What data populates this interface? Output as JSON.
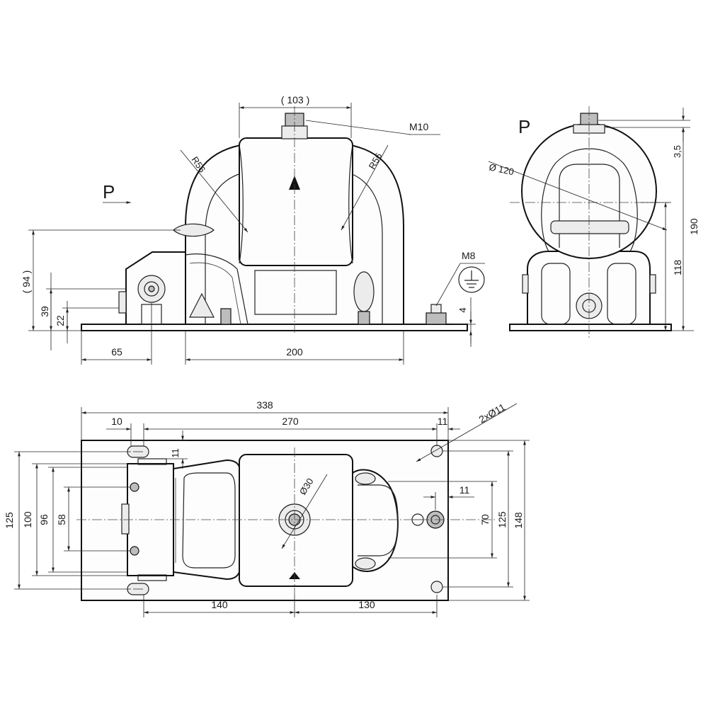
{
  "front_view": {
    "width_top": "( 103 )",
    "thread_top": "M10",
    "radius_left": "R56",
    "radius_right": "R56",
    "marker_a": "A",
    "view_arrow": "P",
    "dim_height_94": "( 94 )",
    "dim_39": "39",
    "dim_22": "22",
    "dim_65": "65",
    "dim_200": "200",
    "thread_ground": "M8",
    "dim_4": "4"
  },
  "side_view": {
    "view_label": "P",
    "diameter": "Ø 120",
    "dim_3_5": "3,5",
    "dim_190": "190",
    "dim_118": "118"
  },
  "top_view": {
    "dim_338": "338",
    "dim_10": "10",
    "dim_270": "270",
    "dim_11_top": "11",
    "holes": "2xØ11",
    "dim_11_left": "11",
    "diameter_center": "Ø30",
    "dim_11_right": "11",
    "dim_125_left": "125",
    "dim_100": "100",
    "dim_96": "96",
    "dim_58": "58",
    "dim_70": "70",
    "dim_125_right": "125",
    "dim_148": "148",
    "dim_140": "140",
    "dim_130": "130"
  }
}
